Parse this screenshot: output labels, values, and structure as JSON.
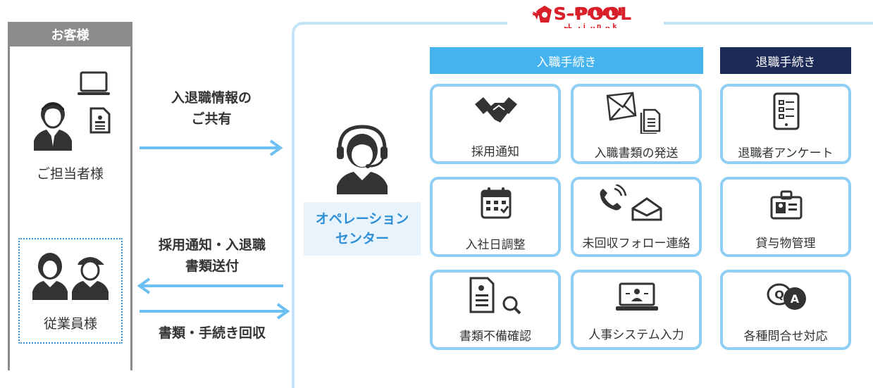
{
  "logo": {
    "main": "S-POOL",
    "sub": "Link"
  },
  "customer": {
    "header": "お客様",
    "staff_label": "ご担当者様",
    "employee_label": "従業員様"
  },
  "flows": {
    "share_line1": "入退職情報の",
    "share_line2": "ご共有",
    "notify_line1": "採用通知・入退職",
    "notify_line2": "書類送付",
    "collect": "書類・手続き回収"
  },
  "operation_center": {
    "line1": "オペレーション",
    "line2": "センター"
  },
  "onboarding": {
    "header": "入職手続き",
    "cards": [
      {
        "label": "採用通知",
        "icon": "handshake-icon"
      },
      {
        "label": "入職書類の発送",
        "icon": "envelope-document-icon"
      },
      {
        "label": "入社日調整",
        "icon": "calendar-icon"
      },
      {
        "label": "未回収フォロー連絡",
        "icon": "phone-mail-icon"
      },
      {
        "label": "書類不備確認",
        "icon": "document-search-icon"
      },
      {
        "label": "人事システム入力",
        "icon": "laptop-user-icon"
      }
    ]
  },
  "offboarding": {
    "header": "退職手続き",
    "cards": [
      {
        "label": "退職者アンケート",
        "icon": "tablet-checklist-icon"
      },
      {
        "label": "貸与物管理",
        "icon": "id-badge-icon"
      },
      {
        "label": "各種問合せ対応",
        "icon": "qa-bubbles-icon"
      }
    ]
  },
  "colors": {
    "accent": "#45b3ee",
    "navy": "#1b2a56",
    "arrow": "#6cc0f2",
    "card_border": "#8fcff5",
    "gray": "#8c8c8c",
    "red": "#d9202a",
    "logo_navy": "#1d3a78"
  }
}
